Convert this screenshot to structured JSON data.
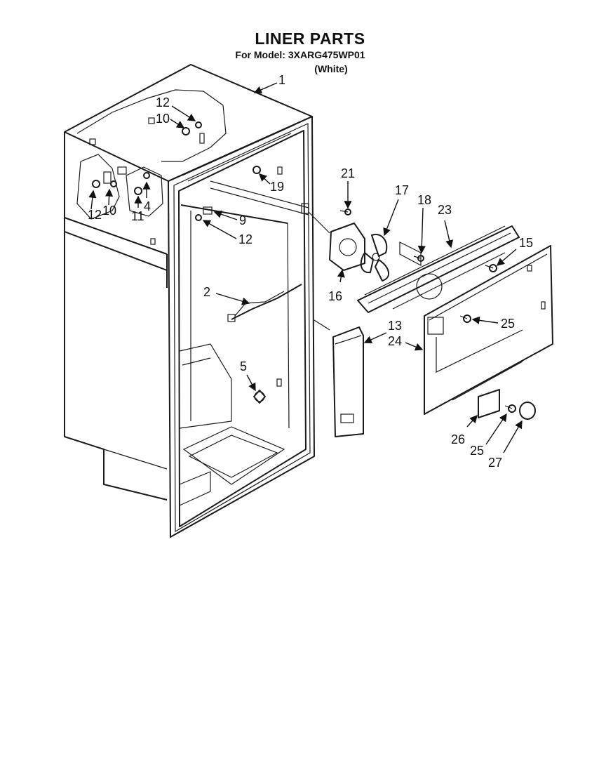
{
  "header": {
    "title": "LINER PARTS",
    "model_line": "For Model: 3XARG475WP01",
    "color_line": "(White)"
  },
  "callouts": {
    "c1": "1",
    "c2": "2",
    "c4": "4",
    "c5": "5",
    "c9": "9",
    "c10a": "10",
    "c10b": "10",
    "c11": "11",
    "c12a": "12",
    "c12b": "12",
    "c12c": "12",
    "c13": "13",
    "c15": "15",
    "c16": "16",
    "c17": "17",
    "c18": "18",
    "c19": "19",
    "c21": "21",
    "c23": "23",
    "c24": "24",
    "c25a": "25",
    "c25b": "25",
    "c26": "26",
    "c27": "27"
  }
}
